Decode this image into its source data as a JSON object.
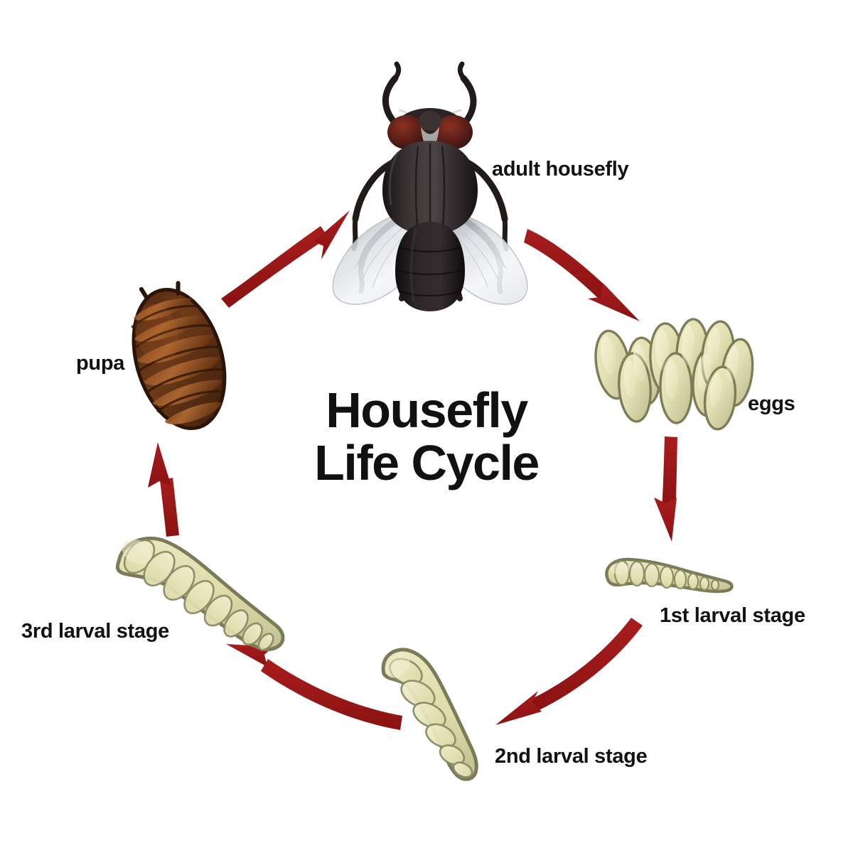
{
  "title": {
    "line1": "Housefly",
    "line2": "Life Cycle"
  },
  "colors": {
    "background": "#ffffff",
    "arrow": "#9b1818",
    "arrow_dark": "#7e1212",
    "text": "#121212",
    "egg_fill": "#e3e2b6",
    "egg_shade": "#c9c89a",
    "egg_outline": "#7c7c58",
    "larva_fill": "#e2e1b0",
    "larva_shade": "#c6c596",
    "larva_outline": "#7b7b58",
    "pupa_fill": "#6b3a1c",
    "pupa_light": "#a4estubbed",
    "pupa_highlight": "#b5652c",
    "pupa_outline": "#2b1408",
    "fly_body": "#2a2526",
    "fly_eye": "#6d2419",
    "fly_wing": "#f2f4f6",
    "fly_leg": "#221c1b"
  },
  "stages": [
    {
      "id": "adult",
      "label": "adult housefly",
      "icon": "housefly-icon",
      "order": 1
    },
    {
      "id": "eggs",
      "label": "eggs",
      "icon": "eggs-cluster-icon",
      "order": 2
    },
    {
      "id": "larva1",
      "label": "1st larval stage",
      "icon": "larva-small-icon",
      "order": 3
    },
    {
      "id": "larva2",
      "label": "2nd larval stage",
      "icon": "larva-medium-icon",
      "order": 4
    },
    {
      "id": "larva3",
      "label": "3rd larval stage",
      "icon": "larva-large-icon",
      "order": 5
    },
    {
      "id": "pupa",
      "label": "pupa",
      "icon": "pupa-icon",
      "order": 6
    }
  ],
  "arrows": [
    {
      "id": "adult-to-eggs",
      "from": "adult",
      "to": "eggs",
      "name": "arrow-adult-to-eggs"
    },
    {
      "id": "eggs-to-larva1",
      "from": "eggs",
      "to": "larva1",
      "name": "arrow-eggs-to-larva1"
    },
    {
      "id": "larva1-to-larva2",
      "from": "larva1",
      "to": "larva2",
      "name": "arrow-larva1-to-larva2"
    },
    {
      "id": "larva2-to-larva3",
      "from": "larva2",
      "to": "larva3",
      "name": "arrow-larva2-to-larva3"
    },
    {
      "id": "larva3-to-pupa",
      "from": "larva3",
      "to": "pupa",
      "name": "arrow-larva3-to-pupa"
    },
    {
      "id": "pupa-to-adult",
      "from": "pupa",
      "to": "adult",
      "name": "arrow-pupa-to-adult"
    }
  ]
}
